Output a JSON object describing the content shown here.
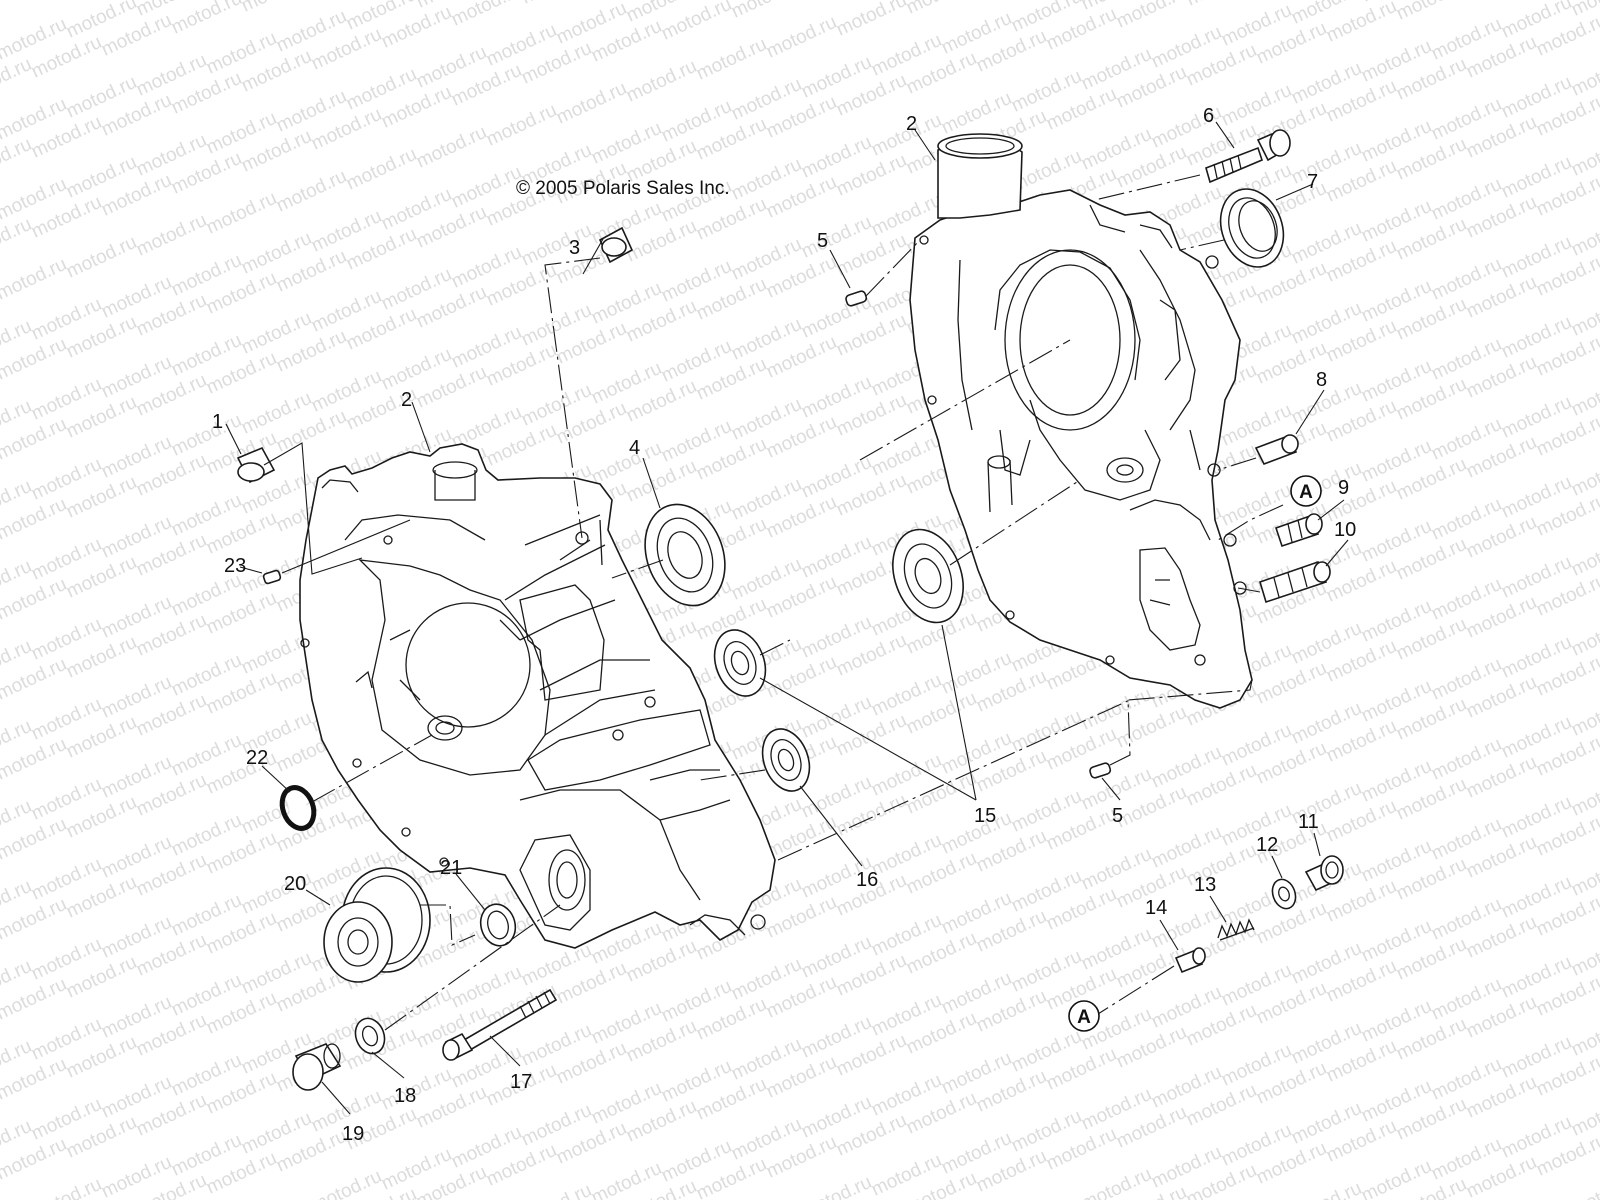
{
  "copyright": "© 2005 Polaris Sales Inc.",
  "watermark": "motod.ru",
  "callouts": {
    "c1": "1",
    "c2a": "2",
    "c2b": "2",
    "c3": "3",
    "c4": "4",
    "c5a": "5",
    "c5b": "5",
    "c6": "6",
    "c7": "7",
    "c8": "8",
    "c9": "9",
    "c10": "10",
    "c11": "11",
    "c12": "12",
    "c13": "13",
    "c14": "14",
    "c15": "15",
    "c16": "16",
    "c17": "17",
    "c18": "18",
    "c19": "19",
    "c20": "20",
    "c21": "21",
    "c22": "22",
    "c23": "23"
  },
  "reference_marks": {
    "ref_top": "A",
    "ref_bottom": "A"
  }
}
